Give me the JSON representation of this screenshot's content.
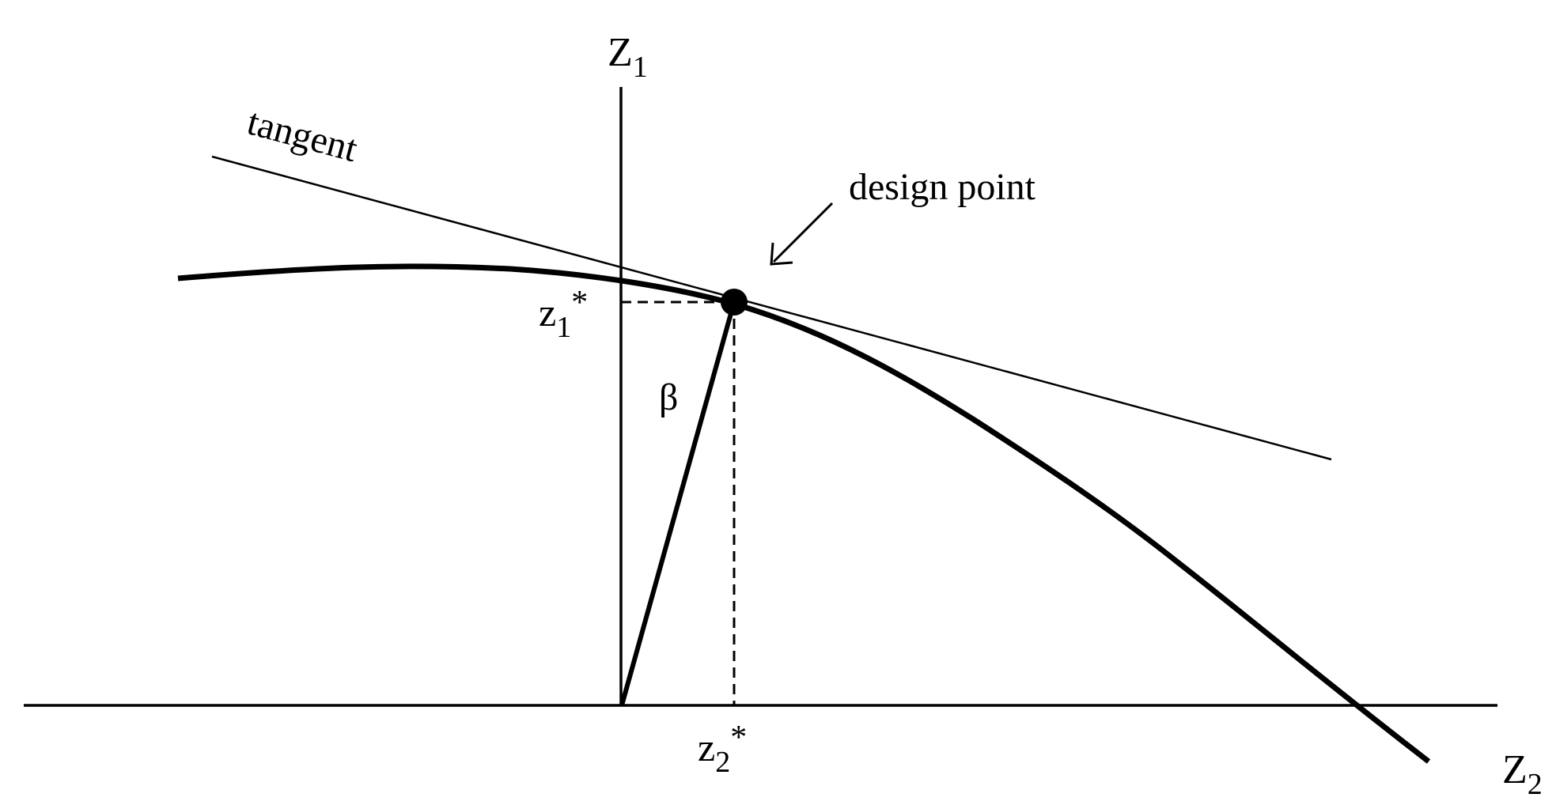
{
  "diagram": {
    "axes": {
      "vertical_label": {
        "main": "Z",
        "sub": "1"
      },
      "horizontal_label": {
        "main": "Z",
        "sub": "2"
      }
    },
    "labels": {
      "tangent": "tangent",
      "design_point": "design point",
      "beta": "β",
      "z1_star": {
        "main": "z",
        "sub": "1",
        "sup": "*"
      },
      "z2_star": {
        "main": "z",
        "sub": "2",
        "sup": "*"
      }
    },
    "colors": {
      "ink": "#000000",
      "background": "#ffffff"
    }
  }
}
